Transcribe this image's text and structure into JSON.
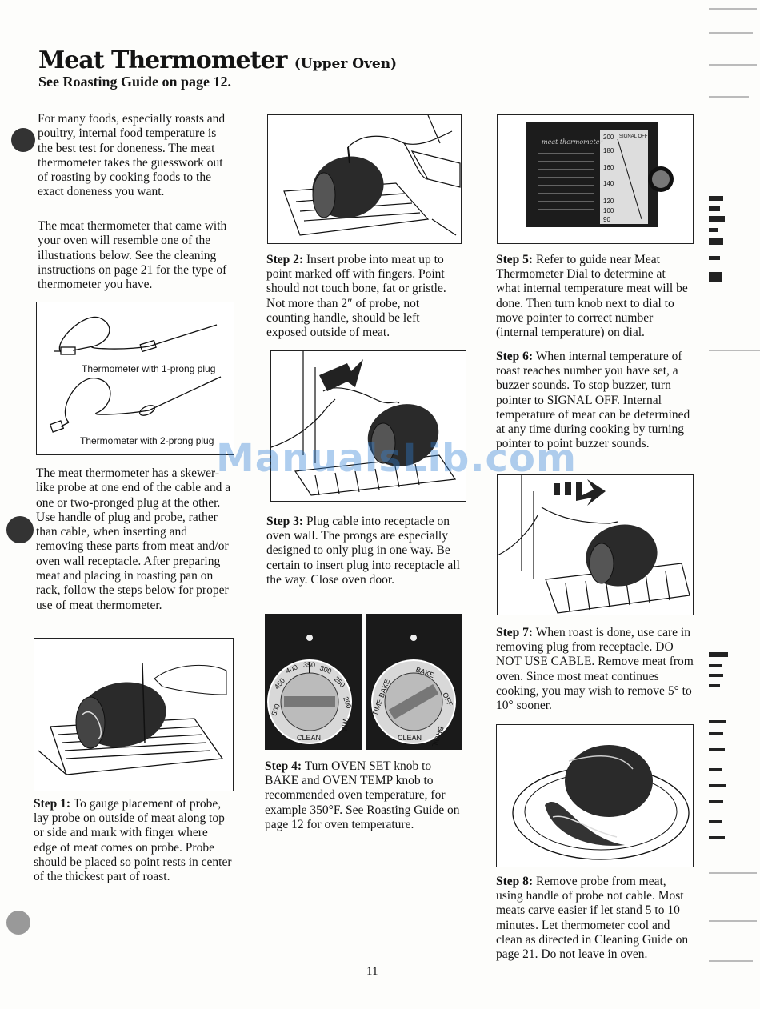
{
  "header": {
    "title": "Meat Thermometer",
    "title_suffix": "(Upper Oven)",
    "subtitle": "See Roasting Guide on page 12."
  },
  "intro": {
    "p1": "For many foods, especially roasts and poultry, internal food temperature is the best test for doneness. The meat thermometer takes the guesswork out of roasting by cooking foods to the exact doneness you want.",
    "p2": "The meat thermometer that came with your oven will resemble one of the illustrations below. See the cleaning instructions on page 21 for the type of thermometer you have.",
    "p3": "The meat thermometer has a skewer-like probe at one end of the cable and a one or two-pronged plug at the other. Use handle of plug and probe, rather than cable, when inserting and removing these parts from meat and/or oven wall receptacle. After preparing meat and placing in roasting pan on rack, follow the steps below for proper use of meat thermometer."
  },
  "thermometer_figure": {
    "caption_1": "Thermometer with 1-prong plug",
    "caption_2": "Thermometer with 2-prong plug"
  },
  "steps": [
    {
      "label": "Step 1:",
      "text": "To gauge placement of probe, lay probe on outside of meat along top or side and mark with finger where edge of meat comes on probe. Probe should be placed so point rests in center of the thickest part of roast."
    },
    {
      "label": "Step 2:",
      "text": "Insert probe into meat up to point marked off with fingers. Point should not touch bone, fat or gristle. Not more than 2″ of probe, not counting handle, should be left exposed outside of meat."
    },
    {
      "label": "Step 3:",
      "text": "Plug cable into receptacle on oven wall. The prongs are especially designed to only plug in one way. Be certain to insert plug into receptacle all the way. Close oven door."
    },
    {
      "label": "Step 4:",
      "text": "Turn OVEN SET knob to BAKE and OVEN TEMP knob to recommended oven temperature, for example 350°F. See Roasting Guide on page 12 for oven temperature."
    },
    {
      "label": "Step 5:",
      "text": "Refer to guide near Meat Thermometer Dial to determine at what internal temperature meat will be done. Then turn knob next to dial to move pointer to correct number (internal temperature) on dial."
    },
    {
      "label": "Step 6:",
      "text": "When internal temperature of roast reaches number you have set, a buzzer sounds. To stop buzzer, turn pointer to SIGNAL OFF. Internal temperature of meat can be determined at any time during cooking by turning pointer to point buzzer sounds."
    },
    {
      "label": "Step 7:",
      "text": "When roast is done, use care in removing plug from receptacle. DO NOT USE CABLE. Remove meat from oven. Since most meat continues cooking, you may wish to remove 5° to 10° sooner."
    },
    {
      "label": "Step 8:",
      "text": "Remove probe from meat, using handle of probe not cable. Most meats carve easier if let stand 5 to 10 minutes. Let thermometer cool and clean as directed in Cleaning Guide on page 21. Do not leave in oven."
    }
  ],
  "knobs": {
    "temp_labels": [
      "500",
      "450",
      "400",
      "350",
      "300",
      "250",
      "200",
      "WM",
      "CLEAN"
    ],
    "set_labels": [
      "BAKE",
      "OFF",
      "BROIL",
      "CLEAN",
      "TIME BAKE"
    ]
  },
  "dial": {
    "title": "meat thermometer",
    "scale": [
      "200",
      "180",
      "160",
      "140",
      "120",
      "100",
      "90"
    ],
    "signal_label": "SIGNAL OFF"
  },
  "watermark": "ManualsLib.com",
  "page_number": "11"
}
